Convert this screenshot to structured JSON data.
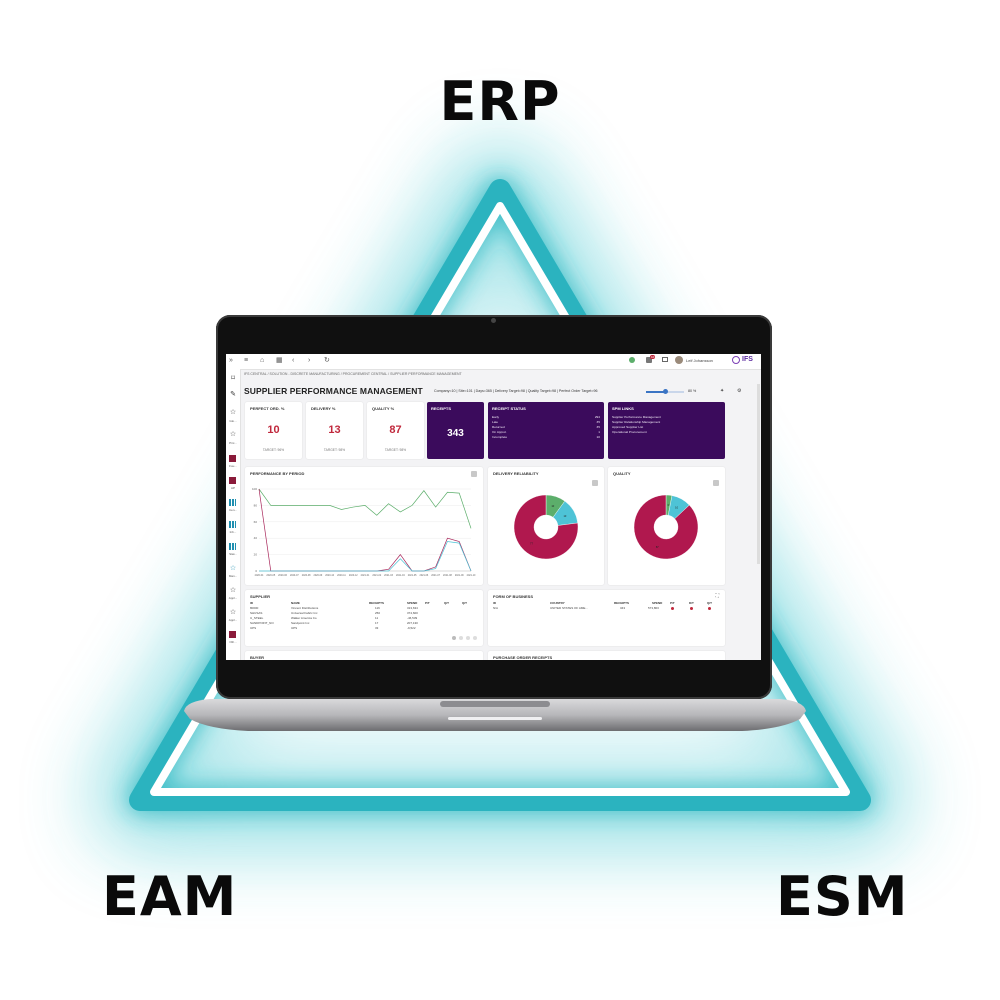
{
  "labels": {
    "top": "ERP",
    "left": "EAM",
    "right": "ESM"
  },
  "colors": {
    "accent": "#c0283c",
    "brand": "#3b0b5c",
    "teal": "#1aa7b8",
    "green": "#5cae6b",
    "cyan": "#4ec3d6"
  },
  "topbar": {
    "icons": [
      "menu-icon",
      "home-icon",
      "grid-icon",
      "back-icon",
      "forward-icon",
      "refresh-icon"
    ],
    "user_name": "Leif Johansson",
    "logo_text": "IFS",
    "notifications": "10"
  },
  "breadcrumb": "IFS CENTRAL  /  SOLUTION - DISCRETE MANUFACTURING  /  PROCUREMENT CENTRAL  /  SUPPLIER PERFORMANCE MANAGEMENT",
  "page": {
    "title": "SUPPLIER PERFORMANCE MANAGEMENT",
    "filters": "Company=10  |  Site=101  |  Days=365  |  Delivery Target=98  |  Quality Target=98  |  Perfect Order Target=96",
    "zoom": "80 %"
  },
  "sidebar": {
    "items": [
      {
        "icon": "expand-icon",
        "label": ""
      },
      {
        "icon": "bookmark-icon",
        "label": ""
      },
      {
        "icon": "edit-icon",
        "label": ""
      },
      {
        "icon": "star-icon",
        "label": "Glo..."
      },
      {
        "icon": "star-icon",
        "label": "Pric..."
      },
      {
        "icon": "square-icon",
        "label": "Fou..."
      },
      {
        "icon": "square-icon",
        "label": "AP"
      },
      {
        "icon": "grid-icon",
        "label": "Cen..."
      },
      {
        "icon": "grid-icon",
        "label": "Inb..."
      },
      {
        "icon": "grid-icon",
        "label": "Stat..."
      },
      {
        "icon": "star-icon",
        "label": "Man..."
      },
      {
        "icon": "star-icon",
        "label": "Appl..."
      },
      {
        "icon": "star-icon",
        "label": "Appl..."
      },
      {
        "icon": "square-icon",
        "label": "Oth..."
      }
    ]
  },
  "kpis": [
    {
      "title": "PERFECT ORD. %",
      "value": "10",
      "target": "TARGET: 96%"
    },
    {
      "title": "DELIVERY %",
      "value": "13",
      "target": "TARGET: 98%"
    },
    {
      "title": "QUALITY %",
      "value": "87",
      "target": "TARGET: 98%"
    }
  ],
  "receipts": {
    "title": "RECEIPTS",
    "value": "343"
  },
  "receipt_status": {
    "title": "RECEIPT STATUS",
    "rows": [
      {
        "label": "Early",
        "value": "294"
      },
      {
        "label": "Late",
        "value": "35"
      },
      {
        "label": "Returned",
        "value": "35"
      },
      {
        "label": "On Appvd.",
        "value": "1"
      },
      {
        "label": "Incomplete",
        "value": "10"
      }
    ]
  },
  "spm_links": {
    "title": "SPM LINKS",
    "items": [
      "Supplier Performance Management",
      "Supplier Relationship Management",
      "Approved Supplier List",
      "Operational Procurement"
    ]
  },
  "charts": {
    "performance": {
      "title": "PERFORMANCE BY PERIOD"
    },
    "delivery": {
      "title": "DELIVERY RELIABILITY"
    },
    "quality": {
      "title": "QUALITY"
    }
  },
  "chart_data": [
    {
      "type": "line",
      "title": "PERFORMANCE BY PERIOD",
      "x": [
        "2020-04",
        "2020-05",
        "2020-06",
        "2020-07",
        "2020-08",
        "2020-09",
        "2020-10",
        "2020-11",
        "2020-12",
        "2021-01",
        "2021-02",
        "2021-03",
        "2021-04",
        "2021-05",
        "2021-06",
        "2021-07",
        "2021-08",
        "2021-09",
        "2021-10"
      ],
      "y_ticks": [
        "100",
        "80",
        "60",
        "40",
        "20",
        "0"
      ],
      "ylim": [
        0,
        100
      ],
      "grid": true,
      "series": [
        {
          "color": "#5cae6b",
          "values": [
            100,
            80,
            80,
            80,
            80,
            80,
            80,
            75,
            78,
            80,
            68,
            82,
            72,
            80,
            98,
            78,
            96,
            95,
            52
          ]
        },
        {
          "color": "#a8265a",
          "values": [
            100,
            0,
            0,
            0,
            0,
            0,
            0,
            0,
            0,
            0,
            0,
            2,
            20,
            0,
            0,
            5,
            40,
            36,
            0
          ]
        },
        {
          "color": "#4ec3d6",
          "values": [
            0,
            0,
            0,
            0,
            0,
            0,
            0,
            0,
            0,
            0,
            0,
            0,
            15,
            0,
            0,
            3,
            36,
            34,
            0
          ]
        }
      ]
    },
    {
      "type": "pie",
      "title": "DELIVERY RELIABILITY",
      "values": [
        10,
        13,
        77
      ],
      "colors": [
        "#5cae6b",
        "#4ec3d6",
        "#b0184e"
      ],
      "slice_labels": [
        "10",
        "13",
        "77"
      ]
    },
    {
      "type": "pie",
      "title": "QUALITY",
      "values": [
        3,
        10,
        87
      ],
      "colors": [
        "#5cae6b",
        "#4ec3d6",
        "#b0184e"
      ],
      "slice_labels": [
        "3",
        "10",
        "87"
      ]
    }
  ],
  "supplier_table": {
    "title": "SUPPLIER",
    "headers": [
      "ID",
      "NAME",
      "RECEIPTS",
      "SPEND",
      "P/T",
      "Q/T",
      "Q/T"
    ],
    "rows": [
      [
        "80000",
        "Vincent Distributions",
        "116",
        "313,634",
        "",
        "",
        ""
      ],
      [
        "SHUSAS",
        "Universal Fabric Inc",
        "250",
        "374,600",
        "",
        "",
        ""
      ],
      [
        "U_STEEL",
        "Walker America Co",
        "11",
        "-46,539",
        "",
        "",
        ""
      ],
      [
        "SANDPOINT_NO",
        "Sandpoint Inc",
        "17",
        "207,130",
        "",
        "",
        ""
      ],
      [
        "UPS",
        "UPS",
        "33",
        "-9,522",
        "",
        "",
        ""
      ]
    ]
  },
  "business_table": {
    "title": "FORM OF BUSINESS",
    "headers": [
      "ID",
      "COUNTRY",
      "RECEIPTS",
      "SPEND",
      "P/T",
      "D/T",
      "Q/T"
    ],
    "rows": [
      [
        "N/A",
        "UNITED STATES OF AME...",
        "343",
        "573,803",
        "",
        "",
        ""
      ]
    ]
  },
  "bottom_titles": {
    "left": "BUYER",
    "right": "PURCHASE ORDER RECEIPTS"
  }
}
